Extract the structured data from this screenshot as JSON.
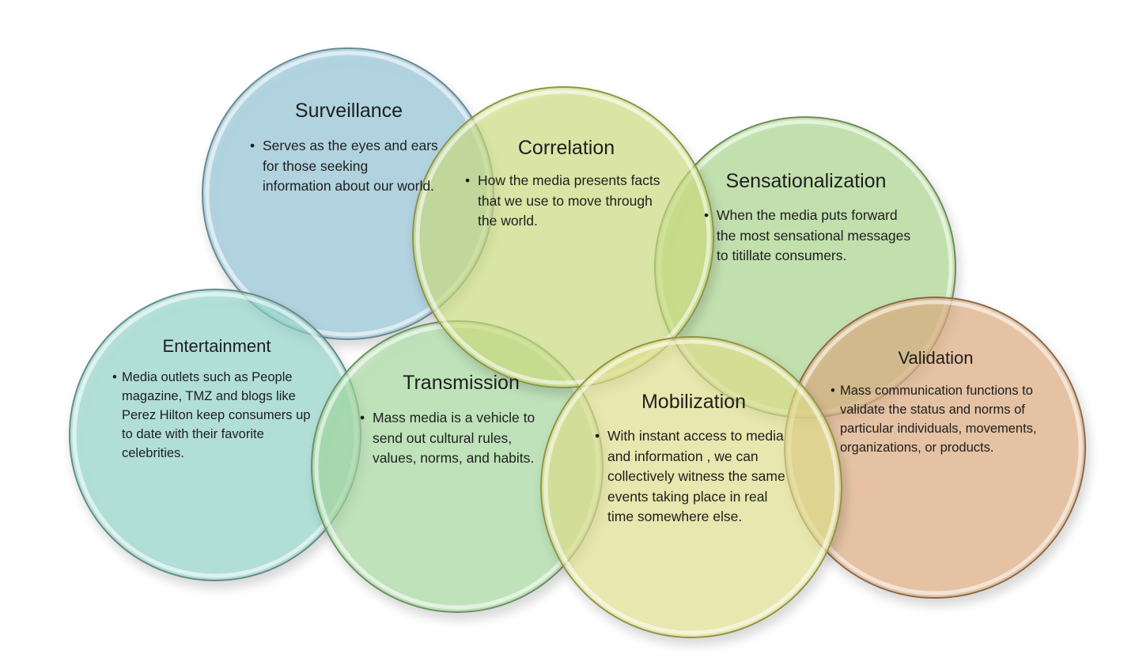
{
  "diagram": {
    "nodes": [
      {
        "id": "surveillance",
        "title": "Surveillance",
        "text": "Serves as the eyes and ears for those seeking information about our world.",
        "color": "#8fc3d6"
      },
      {
        "id": "entertainment",
        "title": "Entertainment",
        "text": "Media outlets such as People magazine, TMZ and blogs like Perez Hilton keep consumers up to date with their favorite celebrities.",
        "color": "#8fd6cc"
      },
      {
        "id": "transmission",
        "title": "Transmission",
        "text": "Mass media is a vehicle to send out cultural rules, values, norms, and habits.",
        "color": "#a6dc9e"
      },
      {
        "id": "sensationalization",
        "title": "Sensationalization",
        "text": "When the media puts forward the most sensational messages to titillate consumers.",
        "color": "#a9d98a"
      },
      {
        "id": "correlation",
        "title": "Correlation",
        "text": "How the media presents facts that we use to move through the world.",
        "color": "#cfe07e"
      },
      {
        "id": "validation",
        "title": "Validation",
        "text": "Mass communication functions to validate the status and norms of particular individuals, movements, organizations, or products.",
        "color": "#e0ae80"
      },
      {
        "id": "mobilization",
        "title": "Mobilization",
        "text": "With instant access to media and information , we can collectively witness the same events taking place in real time somewhere else.",
        "color": "#e4e48c"
      }
    ]
  }
}
